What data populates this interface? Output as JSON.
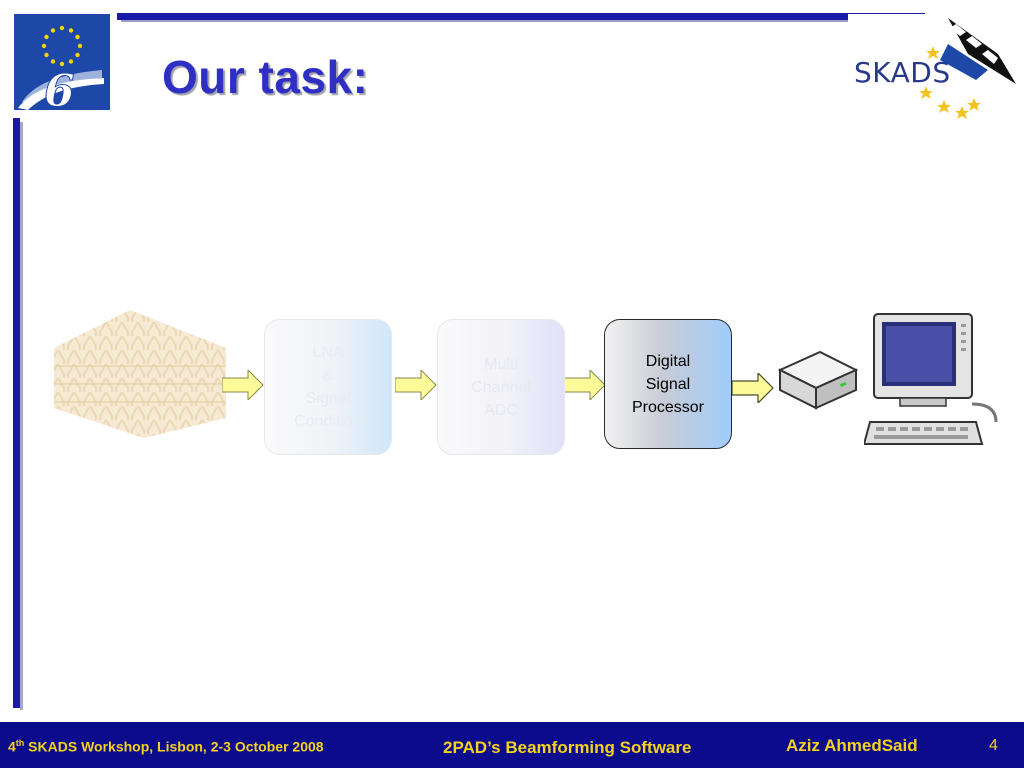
{
  "title": "Our task:",
  "logos": {
    "skads_text": "SKADS"
  },
  "pipeline": {
    "stages": [
      {
        "lines": [
          "LNA",
          "&",
          "Signal",
          "Condition"
        ]
      },
      {
        "lines": [
          "Multi",
          "Channel",
          "ADC"
        ]
      },
      {
        "lines": [
          "Digital",
          "Signal",
          "Processor"
        ]
      }
    ]
  },
  "footer": {
    "event_ordinal_number": "4",
    "event_ordinal_suffix": "th",
    "event_text": " SKADS Workshop, Lisbon, 2-3 October 2008",
    "project": "2PAD’s Beamforming Software",
    "author": "Aziz AhmedSaid",
    "page_number": "4"
  },
  "colors": {
    "accent_blue": "#1a1aa8",
    "title_blue": "#2f2fc4",
    "footer_bg": "#0b0b8c",
    "footer_text": "#f5d21e",
    "arrow_fill": "#fbfb9a"
  }
}
